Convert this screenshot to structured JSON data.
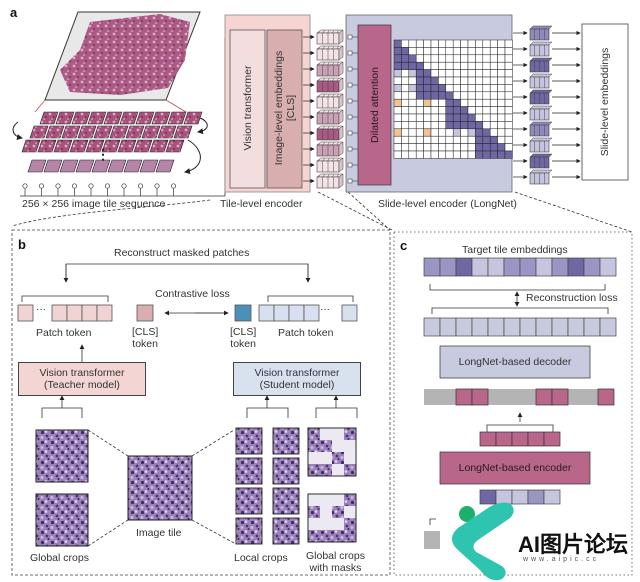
{
  "panel_a": {
    "letter": "a",
    "tile_sequence_label": "256 × 256 image tile sequence",
    "tile_encoder": {
      "vision_transformer": "Vision transformer",
      "embeddings_line1": "Image-level embeddings",
      "embeddings_line2": "[CLS]",
      "caption": "Tile-level encoder"
    },
    "slide_encoder": {
      "dilated_attention": "Dilated attention",
      "caption": "Slide-level encoder (LongNet)"
    },
    "slide_embeddings": "Slide-level embeddings",
    "dots": "⋮"
  },
  "panel_b": {
    "letter": "b",
    "reconstruct_label": "Reconstruct masked patches",
    "contrastive_label": "Contrastive loss",
    "teacher": {
      "patch_token": "Patch token",
      "cls_line1": "[CLS]",
      "cls_line2": "token",
      "vit_line1": "Vision transformer",
      "vit_line2": "(Teacher model)"
    },
    "student": {
      "patch_token": "Patch token",
      "cls_line1": "[CLS]",
      "cls_line2": "token",
      "vit_line1": "Vision transformer",
      "vit_line2": "(Student model)"
    },
    "global_crops": "Global crops",
    "image_tile": "Image tile",
    "local_crops": "Local crops",
    "masked_line1": "Global crops",
    "masked_line2": "with masks",
    "ellipsis": "···"
  },
  "panel_c": {
    "letter": "c",
    "target_label": "Target tile embeddings",
    "reconstruction_loss": "Reconstruction loss",
    "decoder": "LongNet-based decoder",
    "encoder": "LongNet-based encoder"
  },
  "watermark": {
    "title": "AI图片论坛",
    "url": "www.aipic.cc"
  },
  "colors": {
    "pink_light": "#f4d6d6",
    "pink_mid": "#dcaaaa",
    "mauve": "#b8668a",
    "lavender": "#c9cde0",
    "purple_dark": "#6e67a3",
    "purple_mid": "#8f8abb",
    "purple_light": "#c6c5e0",
    "cls_blue": "#4c8fb8",
    "orange": "#f3c48f",
    "teal": "#2ec4b0",
    "green": "#1db06b"
  }
}
